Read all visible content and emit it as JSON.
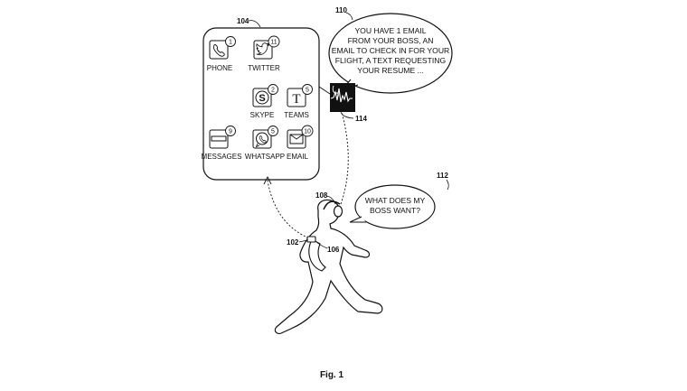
{
  "figure": {
    "caption": "Fig. 1",
    "refs": {
      "device_panel": "104",
      "assistant_bubble": "110",
      "waveform": "114",
      "user_bubble": "112",
      "headset": "108",
      "wearable": "102",
      "arm_device": "106"
    }
  },
  "apps": [
    {
      "label": "PHONE",
      "count": "1",
      "icon": "phone-icon"
    },
    {
      "label": "TWITTER",
      "count": "11",
      "icon": "bird-icon"
    },
    {
      "label": "SKYPE",
      "count": "2",
      "icon": "skype-icon"
    },
    {
      "label": "TEAMS",
      "count": "5",
      "icon": "teams-icon"
    },
    {
      "label": "MESSAGES",
      "count": "9",
      "icon": "message-icon"
    },
    {
      "label": "WHATSAPP",
      "count": "5",
      "icon": "whatsapp-icon"
    },
    {
      "label": "EMAIL",
      "count": "10",
      "icon": "mail-icon"
    }
  ],
  "assistant_speech": {
    "lines": [
      "YOU HAVE 1 EMAIL",
      "FROM YOUR BOSS, AN",
      "EMAIL TO CHECK IN FOR YOUR",
      "FLIGHT, A TEXT REQUESTING",
      "YOUR RESUME ..."
    ]
  },
  "user_speech": {
    "lines": [
      "WHAT DOES MY",
      "BOSS WANT?"
    ]
  }
}
